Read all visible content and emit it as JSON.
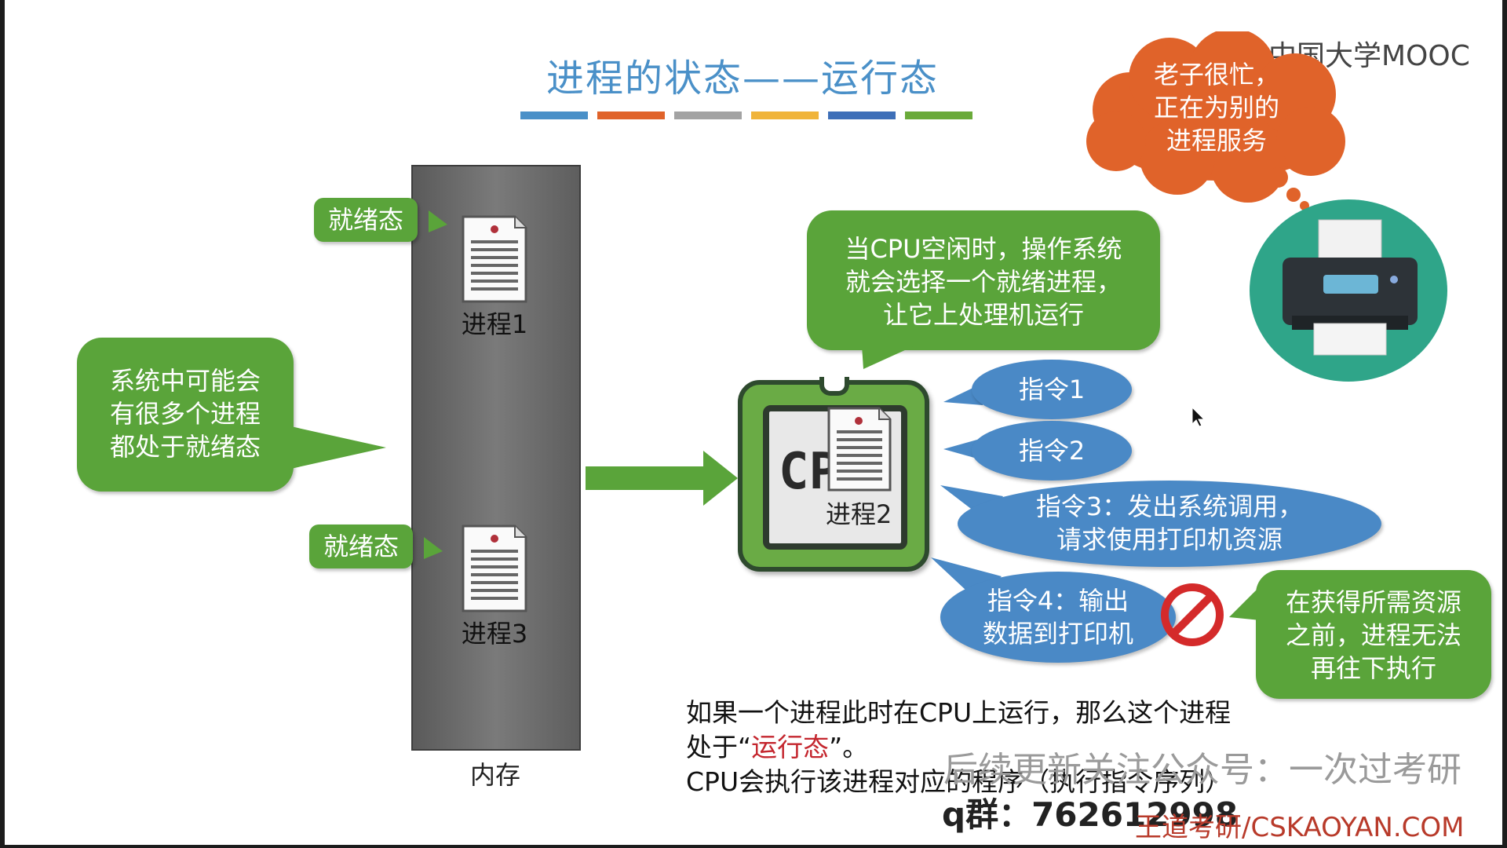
{
  "title": "进程的状态——运行态",
  "title_bar_colors": [
    "#4a90c8",
    "#e0632a",
    "#a3a3a3",
    "#f0b43a",
    "#3e6fb8",
    "#6aaa3a"
  ],
  "logo": "中国大学MOOC",
  "memory_label": "内存",
  "ready_tag_1": "就绪态",
  "ready_tag_2": "就绪态",
  "process1_label": "进程1",
  "process3_label": "进程3",
  "left_callout": [
    "系统中可能会",
    "有很多个进程",
    "都处于就绪态"
  ],
  "top_callout": [
    "当CPU空闲时，操作系统",
    "就会选择一个就绪进程，",
    "让它上处理机运行"
  ],
  "cpu_text": "CP",
  "cpu_process_label": "进程2",
  "instructions": {
    "i1": "指令1",
    "i2": "指令2",
    "i3": [
      "指令3：发出系统调用，",
      "请求使用打印机资源"
    ],
    "i4": [
      "指令4：输出",
      "数据到打印机"
    ]
  },
  "cloud_text": [
    "老子很忙，",
    "正在为别的",
    "进程服务"
  ],
  "right_callout": [
    "在获得所需资源",
    "之前，进程无法",
    "再往下执行"
  ],
  "bottom_line1": "如果一个进程此时在CPU上运行，那么这个进程",
  "bottom_line2_pre": "处于“",
  "bottom_line2_red": "运行态",
  "bottom_line2_post": "”。",
  "bottom_line3": "CPU会执行该进程对应的程序（执行指令序列）",
  "watermark_1": "后续更新关注公众号：一次过考研",
  "watermark_qq": "q群：762612998",
  "watermark_2": "王道考研/CSKAOYAN.COM"
}
